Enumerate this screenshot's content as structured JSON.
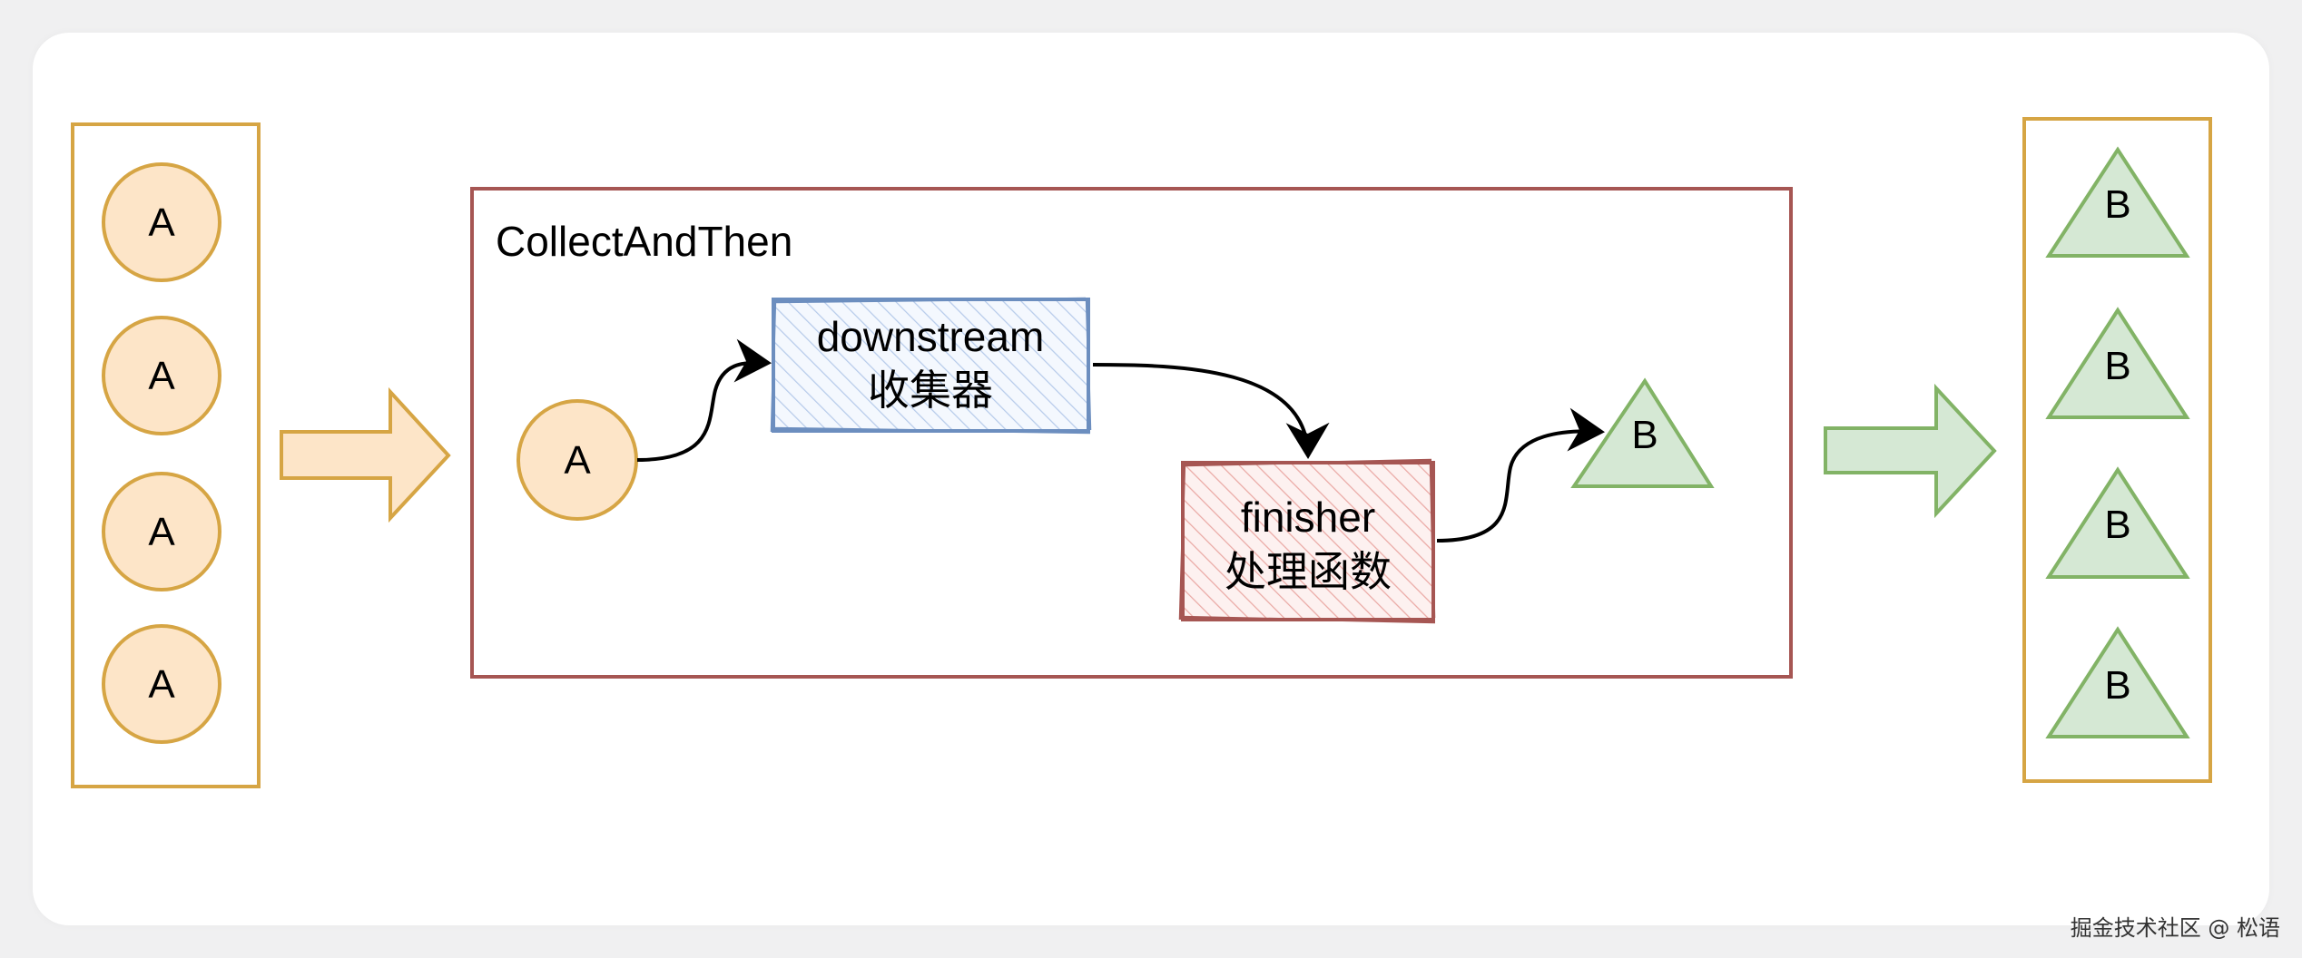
{
  "left_group": {
    "items": [
      "A",
      "A",
      "A",
      "A"
    ]
  },
  "center_group": {
    "title": "CollectAndThen",
    "input_node": "A",
    "downstream_box": {
      "line1": "downstream",
      "line2": "收集器"
    },
    "finisher_box": {
      "line1": "finisher",
      "line2": "处理函数"
    },
    "output_node": "B"
  },
  "right_group": {
    "items": [
      "B",
      "B",
      "B",
      "B"
    ]
  },
  "watermark": "掘金技术社区 @ 松语",
  "colors": {
    "orange_stroke": "#d6a544",
    "orange_fill": "#fde5c8",
    "red_stroke": "#a65653",
    "blue_stroke": "#6c8ebf",
    "blue_hatch": "#dae8fc",
    "green_stroke": "#82b366",
    "green_fill": "#d5e8d4",
    "red_hatch": "#f8cecc"
  }
}
